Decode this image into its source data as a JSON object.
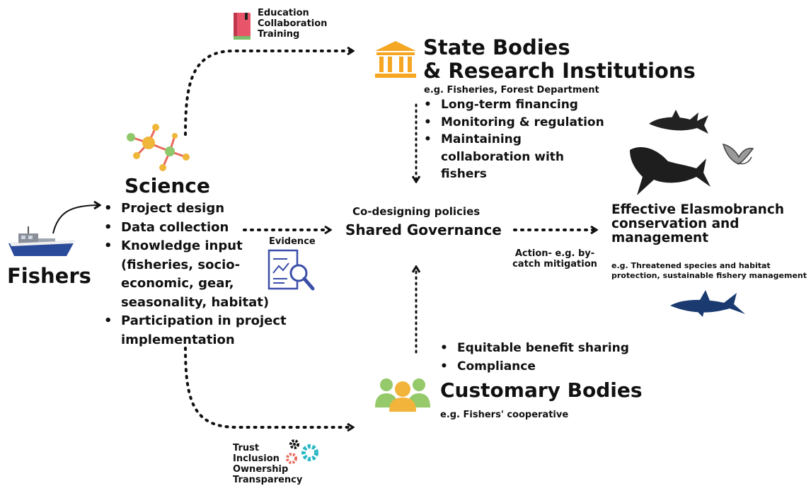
{
  "fishers": {
    "label": "Fishers"
  },
  "science": {
    "title": "Science",
    "items": [
      "Project design",
      "Data collection",
      "Knowledge input (fisheries, socio-economic, gear, seasonality, habitat)",
      "Participation in project implementation"
    ]
  },
  "education_labels": [
    "Education",
    "Collaboration",
    "Training"
  ],
  "state": {
    "title_line1": "State Bodies",
    "title_line2": "& Research Institutions",
    "example": "e.g. Fisheries, Forest Department",
    "items": [
      "Long-term financing",
      "Monitoring & regulation",
      "Maintaining collaboration with fishers"
    ]
  },
  "governance": {
    "line1": "Co-designing policies",
    "line2": "Shared Governance"
  },
  "evidence": {
    "label": "Evidence"
  },
  "action": {
    "label": "Action- e.g. by-catch mitigation"
  },
  "outcome": {
    "title": "Effective Elasmobranch conservation and management",
    "example": "e.g. Threatened species and habitat protection, sustainable fishery management"
  },
  "customary": {
    "items": [
      "Equitable benefit sharing",
      "Compliance"
    ],
    "title": "Customary Bodies",
    "example": "e.g. Fishers' cooperative"
  },
  "trust_labels": [
    "Trust",
    "Inclusion",
    "Ownership",
    "Transparency"
  ],
  "colors": {
    "book": "#e8556a",
    "building": "#f5a623",
    "molecule_link": "#e86a5a",
    "molecule_node": "#f0b63a",
    "molecule_node_green": "#8fc86b",
    "people_green": "#95c96a",
    "people_gold": "#f2b43a",
    "gear_red": "#e86a5a",
    "gear_teal": "#2ab7c4",
    "boat_hull": "#2a4a9a",
    "doc_blue": "#3a4fa8",
    "shark_dark": "#222222",
    "shark_navy": "#1a3a70"
  }
}
